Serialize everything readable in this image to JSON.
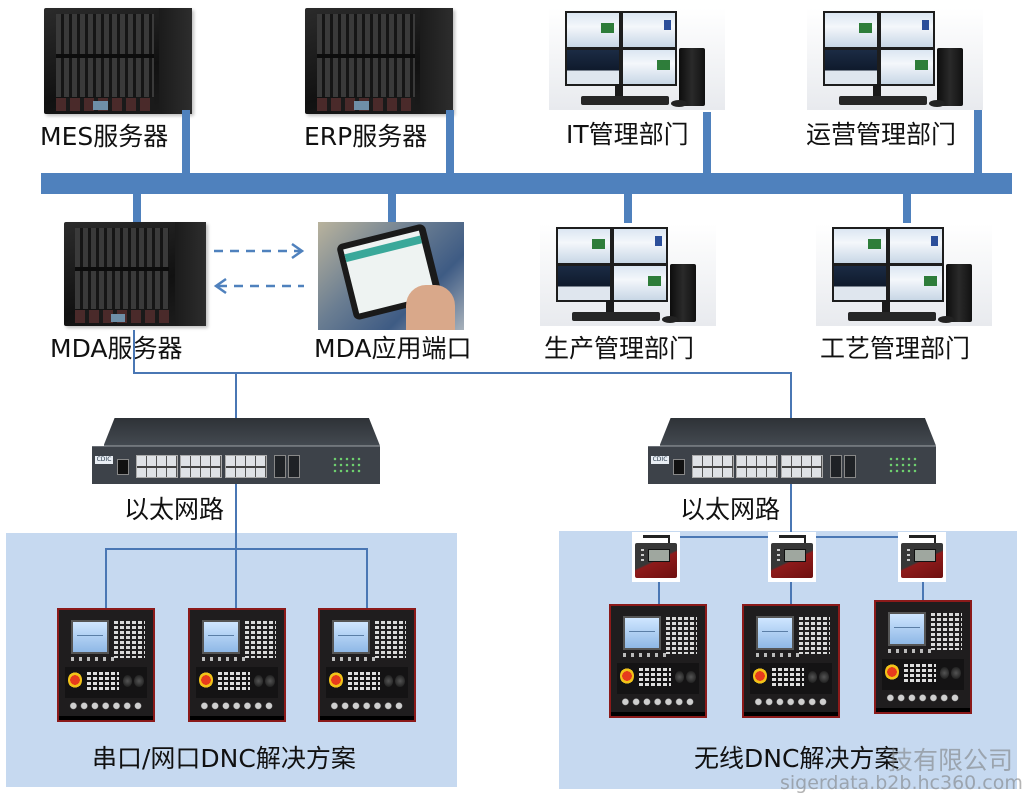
{
  "diagram": {
    "colors": {
      "bus": "#4f81bd",
      "wire": "#4a77b4",
      "panel_bg": "#c6d9f0",
      "arrow": "#4f81bd"
    },
    "top_row": [
      {
        "id": "mes-server",
        "type": "server",
        "label": "MES服务器"
      },
      {
        "id": "erp-server",
        "type": "server",
        "label": "ERP服务器"
      },
      {
        "id": "it-dept",
        "type": "workstation",
        "label": "IT管理部门"
      },
      {
        "id": "ops-dept",
        "type": "workstation",
        "label": "运营管理部门"
      }
    ],
    "middle_row": [
      {
        "id": "mda-server",
        "type": "server",
        "label": "MDA服务器"
      },
      {
        "id": "mda-app-port",
        "type": "tablet",
        "label": "MDA应用端口"
      },
      {
        "id": "production-dept",
        "type": "workstation",
        "label": "生产管理部门"
      },
      {
        "id": "process-dept",
        "type": "workstation",
        "label": "工艺管理部门"
      }
    ],
    "data_flow": {
      "from": "MDA服务器",
      "to": "MDA应用端口",
      "style": "bidirectional dashed arrows"
    },
    "switches": [
      {
        "id": "switch-left",
        "label": "以太网路",
        "logo": "CDIC"
      },
      {
        "id": "switch-right",
        "label": "以太网路",
        "logo": "CDIC"
      }
    ],
    "solutions": [
      {
        "id": "serial-lan-dnc",
        "title": "串口/网口DNC解决方案",
        "cnc_count": 3,
        "wireless_modules": 0
      },
      {
        "id": "wireless-dnc",
        "title": "无线DNC解决方案",
        "cnc_count": 3,
        "wireless_modules": 3
      }
    ],
    "watermark": {
      "company": "技有限公司",
      "url": "sigerdata.b2b.hc360.com"
    }
  }
}
